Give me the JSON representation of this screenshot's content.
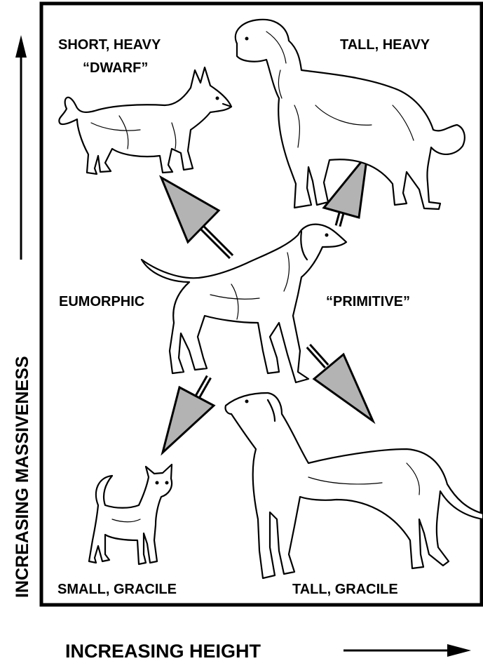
{
  "diagram": {
    "axes": {
      "y_axis_label": "INCREASING MASSIVENESS",
      "x_axis_label": "INCREASING HEIGHT"
    },
    "categories": {
      "short_heavy": {
        "line1": "SHORT, HEAVY",
        "line2": "“DWARF”"
      },
      "tall_heavy": "TALL, HEAVY",
      "eumorphic": "EUMORPHIC",
      "primitive": "“PRIMITIVE”",
      "small_gracile": "SMALL, GRACILE",
      "tall_gracile": "TALL, GRACILE"
    },
    "arrows": [
      {
        "from": "eumorphic",
        "to": "short_heavy"
      },
      {
        "from": "eumorphic",
        "to": "tall_heavy"
      },
      {
        "from": "eumorphic",
        "to": "small_gracile"
      },
      {
        "from": "eumorphic",
        "to": "tall_gracile"
      }
    ],
    "colors": {
      "arrow_fill": "#b3b3b3",
      "line": "#000000",
      "background": "#ffffff"
    }
  }
}
